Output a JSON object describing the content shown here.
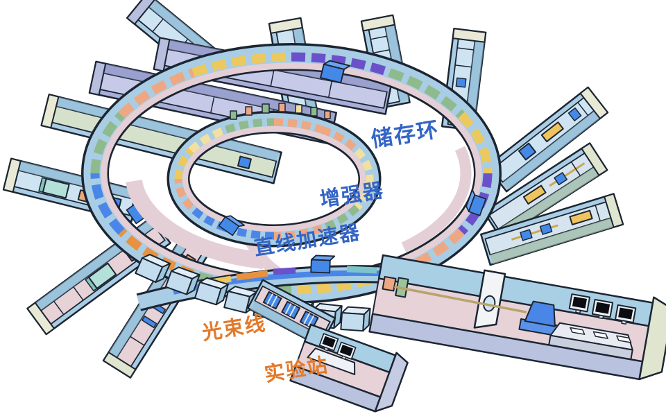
{
  "illustration": {
    "labels": {
      "storage_ring": {
        "text": "储存环",
        "color": "#3465c5"
      },
      "booster": {
        "text": "增强器",
        "color": "#3465c5"
      },
      "linac": {
        "text": "直线加速器",
        "color": "#3465c5"
      },
      "beamline": {
        "text": "光束线",
        "color": "#e2792a"
      },
      "station": {
        "text": "实验站",
        "color": "#e2792a"
      }
    },
    "palette": {
      "tunnel_blue": "#a9cde4",
      "tunnel_lavender": "#a9aed8",
      "tunnel_sage": "#dfe5cf",
      "floor_pink": "#e6d2d7",
      "cap_cream": "#e9ead6",
      "outline": "#1c2532",
      "magnet_yellow": "#ecc95f",
      "magnet_salmon": "#eda883",
      "magnet_purple": "#6a51c9",
      "magnet_green": "#8fba8e",
      "magnet_blue": "#4589e8",
      "magnet_orange": "#e8923f",
      "screen_black": "#0c0d12"
    }
  }
}
